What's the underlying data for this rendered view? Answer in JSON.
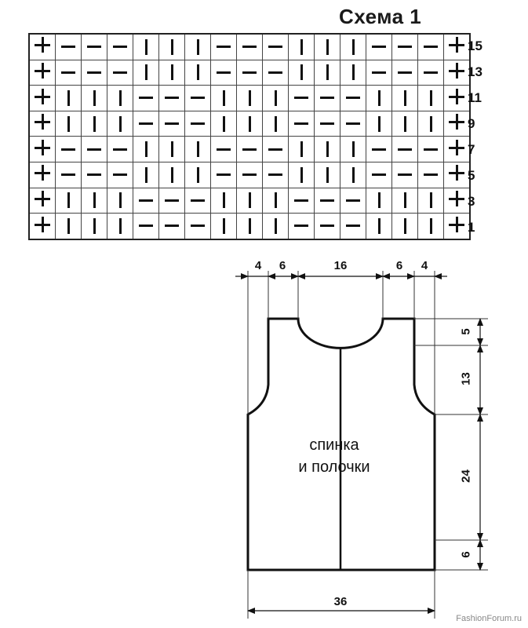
{
  "chart": {
    "title": "Схема 1",
    "rows": [
      {
        "label": "15",
        "cells": [
          "+",
          "-",
          "-",
          "-",
          "|",
          "|",
          "|",
          "-",
          "-",
          "-",
          "|",
          "|",
          "|",
          "-",
          "-",
          "-",
          "+"
        ]
      },
      {
        "label": "13",
        "cells": [
          "+",
          "-",
          "-",
          "-",
          "|",
          "|",
          "|",
          "-",
          "-",
          "-",
          "|",
          "|",
          "|",
          "-",
          "-",
          "-",
          "+"
        ]
      },
      {
        "label": "11",
        "cells": [
          "+",
          "|",
          "|",
          "|",
          "-",
          "-",
          "-",
          "|",
          "|",
          "|",
          "-",
          "-",
          "-",
          "|",
          "|",
          "|",
          "+"
        ]
      },
      {
        "label": "9",
        "cells": [
          "+",
          "|",
          "|",
          "|",
          "-",
          "-",
          "-",
          "|",
          "|",
          "|",
          "-",
          "-",
          "-",
          "|",
          "|",
          "|",
          "+"
        ]
      },
      {
        "label": "7",
        "cells": [
          "+",
          "-",
          "-",
          "-",
          "|",
          "|",
          "|",
          "-",
          "-",
          "-",
          "|",
          "|",
          "|",
          "-",
          "-",
          "-",
          "+"
        ]
      },
      {
        "label": "5",
        "cells": [
          "+",
          "-",
          "-",
          "-",
          "|",
          "|",
          "|",
          "-",
          "-",
          "-",
          "|",
          "|",
          "|",
          "-",
          "-",
          "-",
          "+"
        ]
      },
      {
        "label": "3",
        "cells": [
          "+",
          "|",
          "|",
          "|",
          "-",
          "-",
          "-",
          "|",
          "|",
          "|",
          "-",
          "-",
          "-",
          "|",
          "|",
          "|",
          "+"
        ]
      },
      {
        "label": "1",
        "cells": [
          "+",
          "|",
          "|",
          "|",
          "-",
          "-",
          "-",
          "|",
          "|",
          "|",
          "-",
          "-",
          "-",
          "|",
          "|",
          "|",
          "+"
        ]
      }
    ]
  },
  "pattern": {
    "label_line1": "спинка",
    "label_line2": "и полочки",
    "dims_top": [
      "4",
      "6",
      "16",
      "6",
      "4"
    ],
    "dims_right": [
      "5",
      "13",
      "24",
      "6"
    ],
    "dim_bottom": "36"
  },
  "watermark": "FashionForum.ru"
}
